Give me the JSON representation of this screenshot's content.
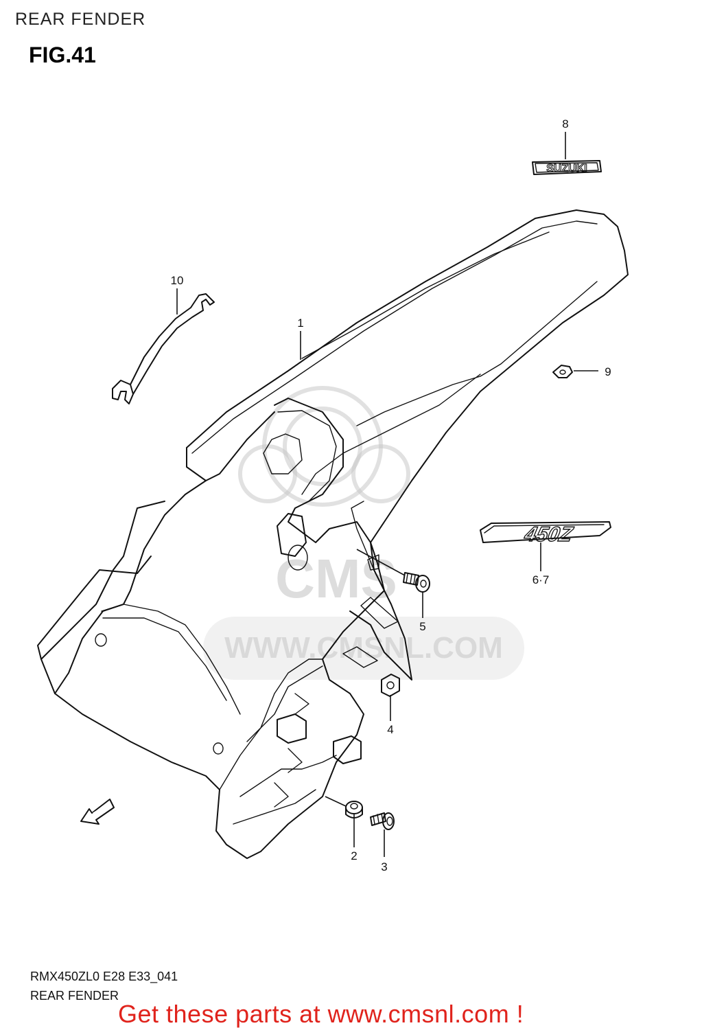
{
  "header": {
    "title": "REAR FENDER",
    "figure": "FIG.41"
  },
  "callouts": [
    "1",
    "2",
    "3",
    "4",
    "5",
    "6·7",
    "8",
    "9",
    "10"
  ],
  "decals": {
    "suzuki": "SUZUKI",
    "model": "450Z",
    "fwd": "FWD"
  },
  "watermark": {
    "logo": "CMS",
    "url": "WWW.CMSNL.COM"
  },
  "footer": {
    "model_code": "RMX450ZL0 E28 E33_041",
    "title": "REAR FENDER",
    "cta": "Get these parts at www.cmsnl.com !",
    "cta_color": "#e0231c"
  }
}
